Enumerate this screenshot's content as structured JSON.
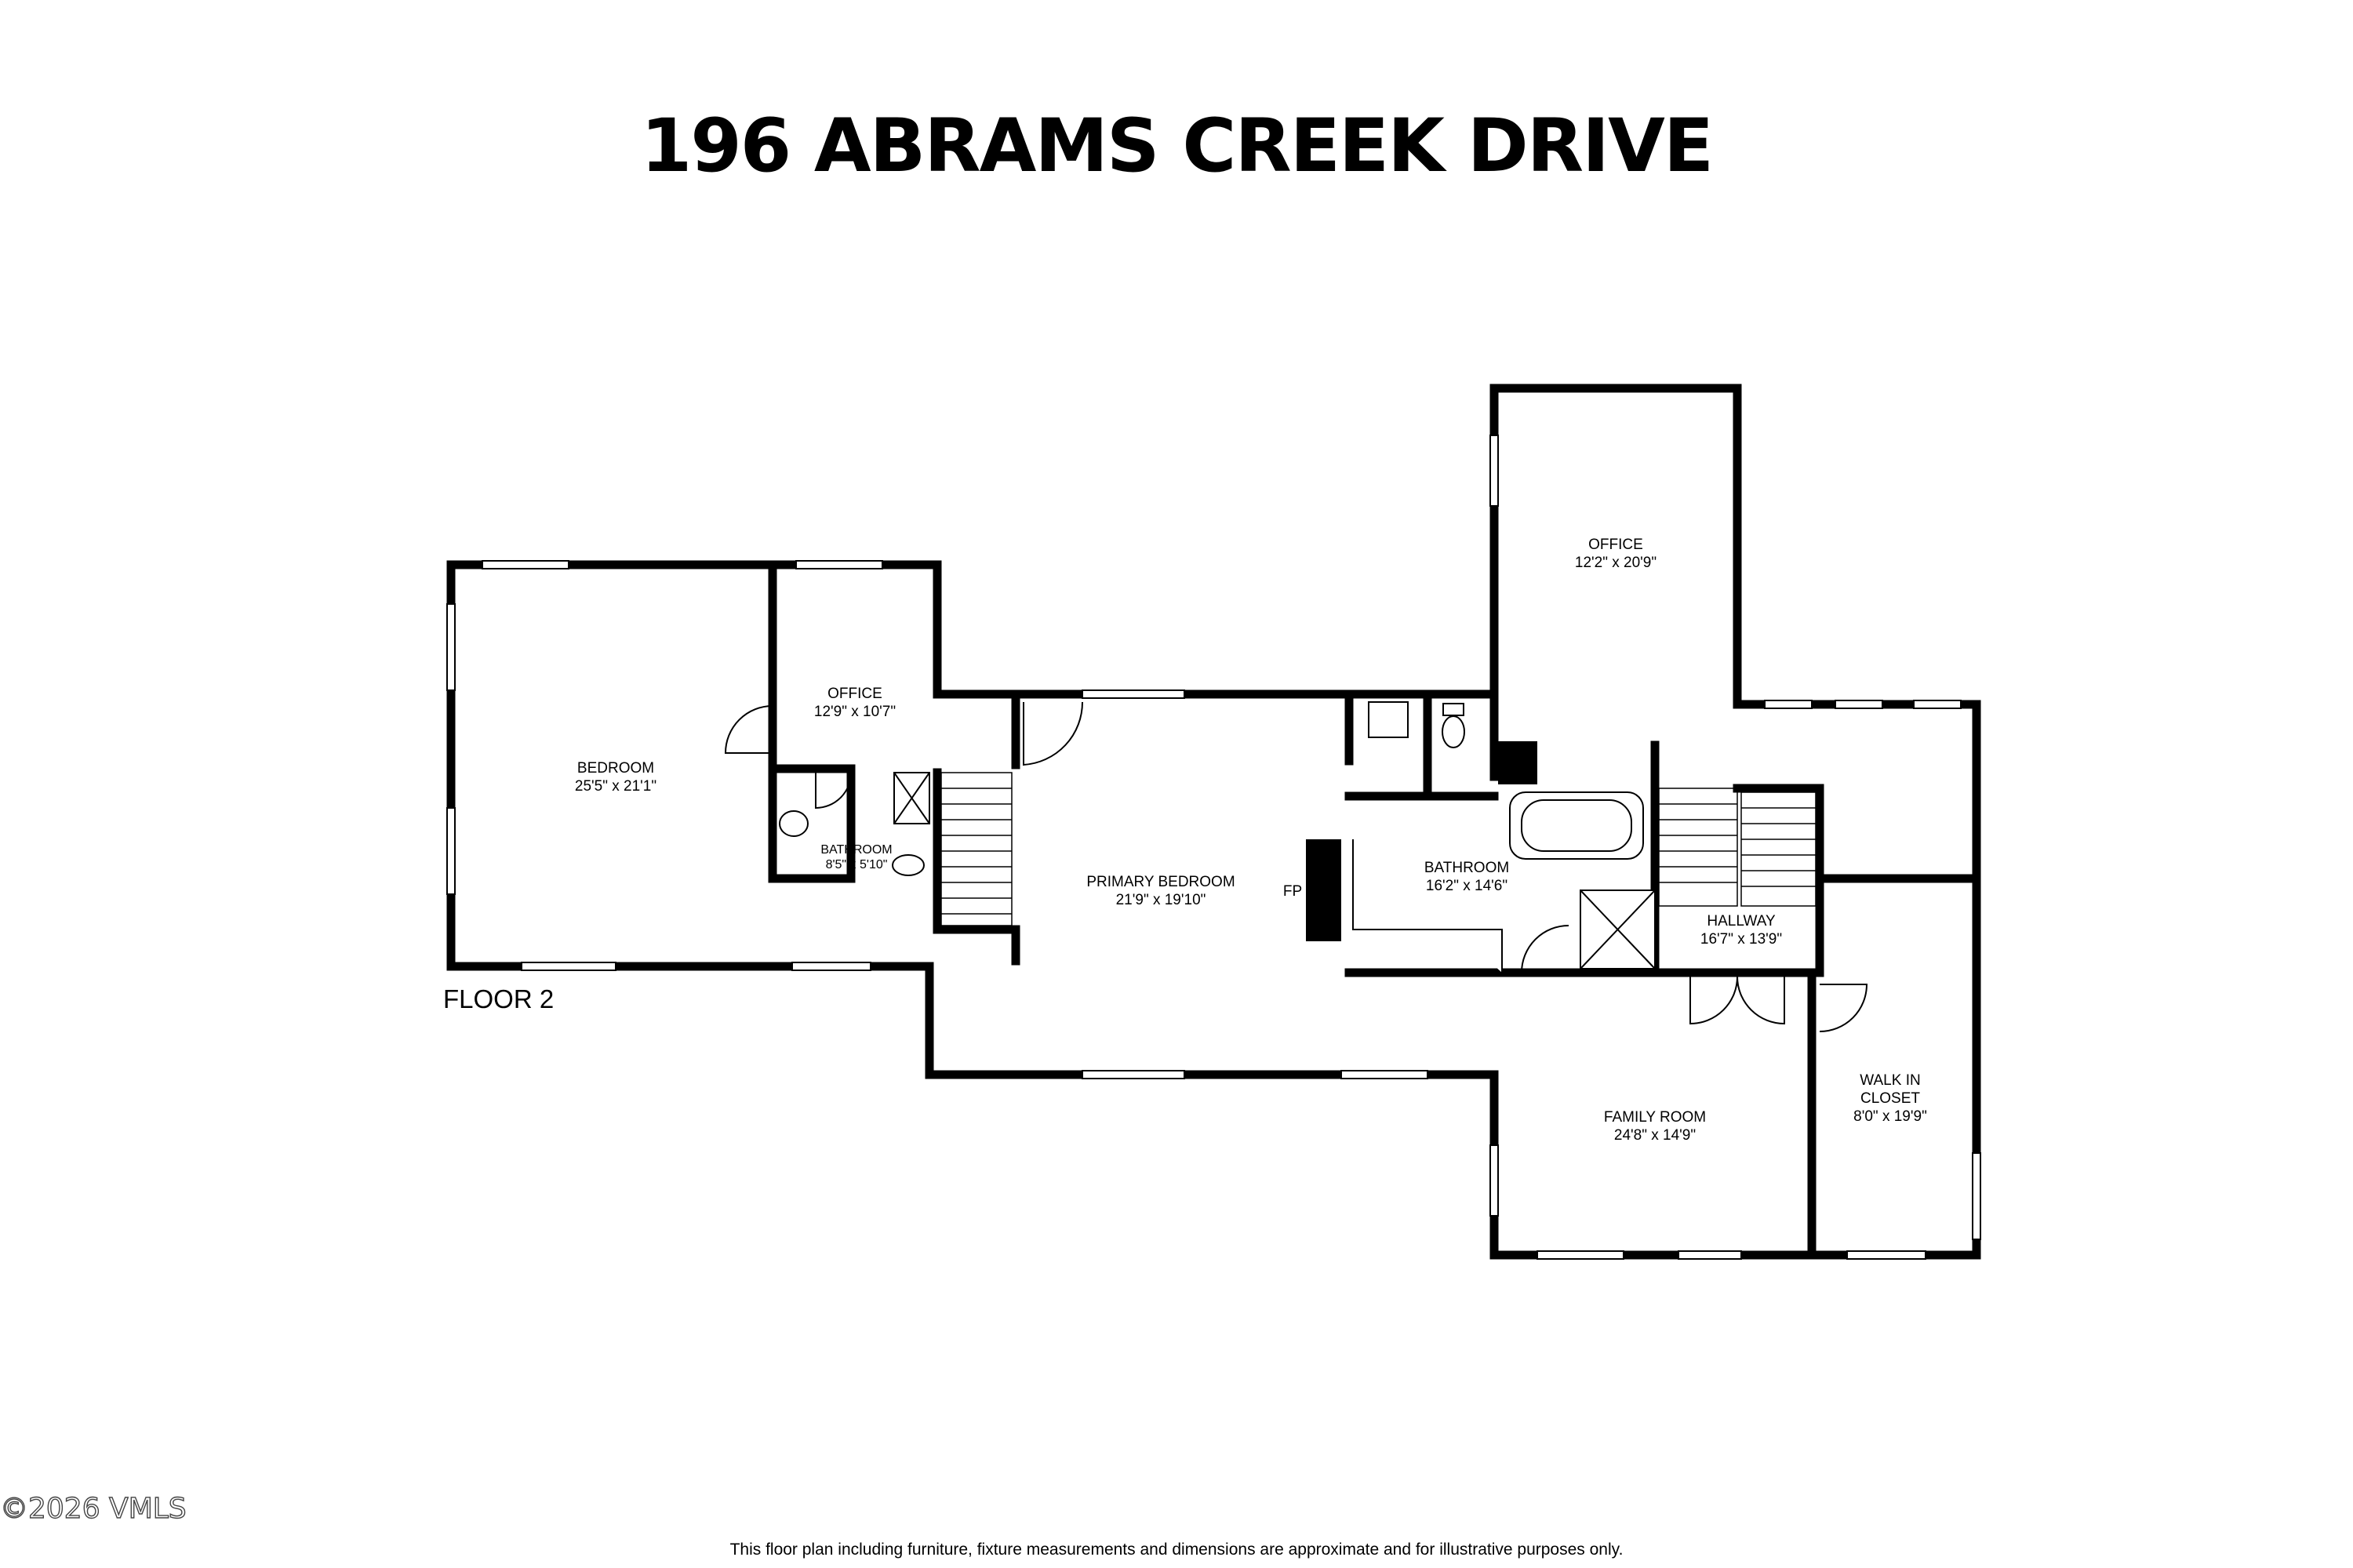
{
  "title": "196 ABRAMS CREEK DRIVE",
  "floor_label": "FLOOR 2",
  "rooms": [
    {
      "name": "BEDROOM",
      "dims": "25'5\" x 21'1\""
    },
    {
      "name": "OFFICE",
      "dims": "12'9\" x 10'7\""
    },
    {
      "name": "BATHROOM",
      "dims": "8'5\" x 5'10\""
    },
    {
      "name": "PRIMARY BEDROOM",
      "dims": "21'9\" x 19'10\""
    },
    {
      "name": "BATHROOM",
      "dims": "16'2\" x 14'6\""
    },
    {
      "name": "OFFICE",
      "dims": "12'2\" x 20'9\""
    },
    {
      "name": "HALLWAY",
      "dims": "16'7\" x 13'9\""
    },
    {
      "name": "WALK IN",
      "dims": "CLOSET",
      "dims2": "8'0\" x 19'9\""
    },
    {
      "name": "FAMILY ROOM",
      "dims": "24'8\" x 14'9\""
    }
  ],
  "fireplace_label": "FP",
  "copyright": "©2026 VMLS",
  "disclaimer": "This floor plan including furniture, fixture measurements and dimensions are approximate and for illustrative purposes only."
}
